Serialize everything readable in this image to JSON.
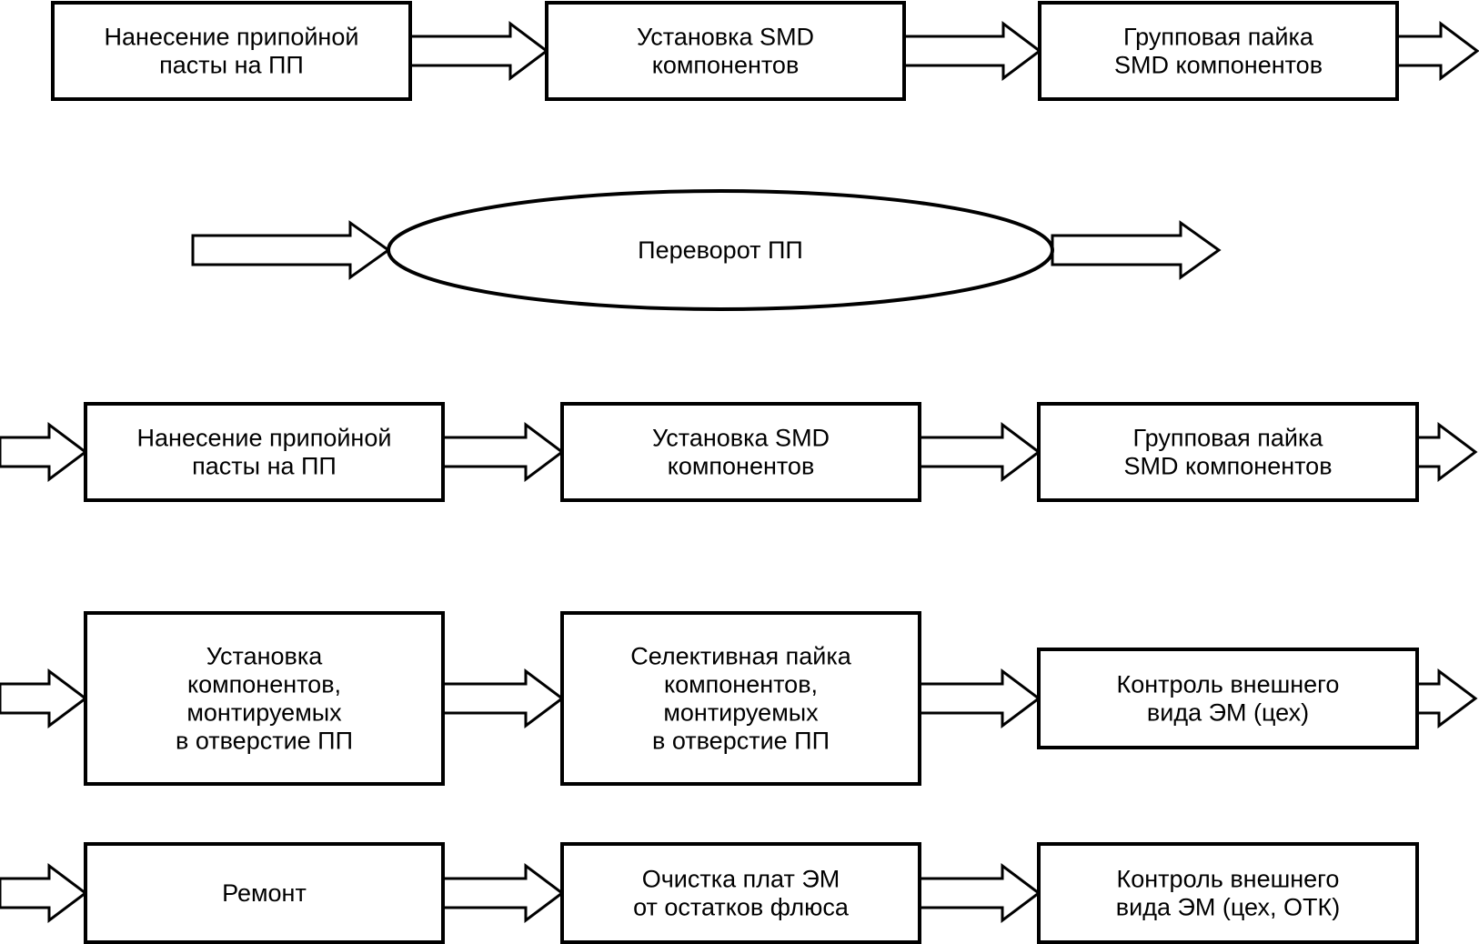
{
  "diagram": {
    "rows": [
      {
        "nodes": [
          {
            "lines": [
              "Нанесение припойной",
              "пасты на ПП"
            ]
          },
          {
            "lines": [
              "Установка SMD",
              "компонентов"
            ]
          },
          {
            "lines": [
              "Групповая пайка",
              "SMD компонентов"
            ]
          }
        ]
      },
      {
        "nodes": [
          {
            "lines": [
              "Переворот ПП"
            ],
            "shape": "ellipse"
          }
        ]
      },
      {
        "nodes": [
          {
            "lines": [
              "Нанесение припойной",
              "пасты на ПП"
            ]
          },
          {
            "lines": [
              "Установка SMD",
              "компонентов"
            ]
          },
          {
            "lines": [
              "Групповая пайка",
              "SMD компонентов"
            ]
          }
        ]
      },
      {
        "nodes": [
          {
            "lines": [
              "Установка",
              "компонентов,",
              "монтируемых",
              "в отверстие ПП"
            ]
          },
          {
            "lines": [
              "Селективная пайка",
              "компонентов,",
              "монтируемых",
              "в отверстие ПП"
            ]
          },
          {
            "lines": [
              "Контроль внешнего",
              "вида ЭМ (цех)"
            ]
          }
        ]
      },
      {
        "nodes": [
          {
            "lines": [
              "Ремонт"
            ]
          },
          {
            "lines": [
              "Очистка плат ЭМ",
              "от остатков флюса"
            ]
          },
          {
            "lines": [
              "Контроль внешнего",
              "вида ЭМ (цех, ОТК)"
            ]
          }
        ]
      }
    ],
    "stroke_color": "#000000",
    "fill_color": "#ffffff"
  }
}
